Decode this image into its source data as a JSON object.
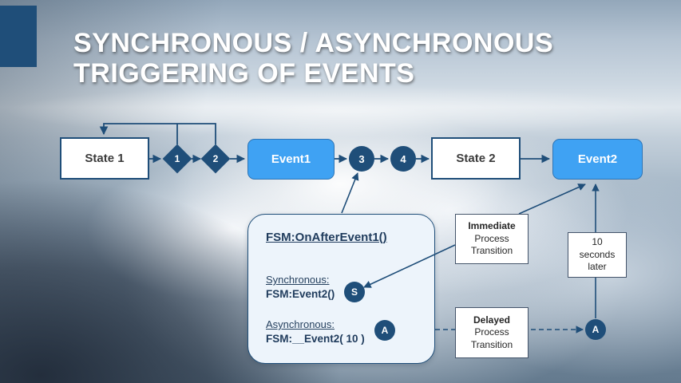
{
  "title": {
    "line1": "SYNCHRONOUS / ASYNCHRONOUS",
    "line2": "TRIGGERING OF EVENTS"
  },
  "colors": {
    "navy": "#1F4E79",
    "event_blue": "#3FA2F3",
    "callout_fill": "#EDF4FB",
    "title_text": "#FFFFFF"
  },
  "nodes": {
    "state1": "State 1",
    "step1": "1",
    "step2": "2",
    "event1": "Event1",
    "step3": "3",
    "step4": "4",
    "state2": "State 2",
    "event2": "Event2"
  },
  "fsm": {
    "header": "FSM:OnAfterEvent1()",
    "sync_label": "Synchronous:",
    "sync_code": "FSM:Event2()",
    "sync_badge": "S",
    "async_label": "Asynchronous:",
    "async_code": "FSM:__Event2( 10 )",
    "async_badge": "A"
  },
  "labels": {
    "immediate": {
      "title": "Immediate",
      "line2": "Process",
      "line3": "Transition"
    },
    "delay10": {
      "line1": "10",
      "line2": "seconds",
      "line3": "later"
    },
    "delayed": {
      "title": "Delayed",
      "line2": "Process",
      "line3": "Transition"
    },
    "async_target_badge": "A"
  }
}
